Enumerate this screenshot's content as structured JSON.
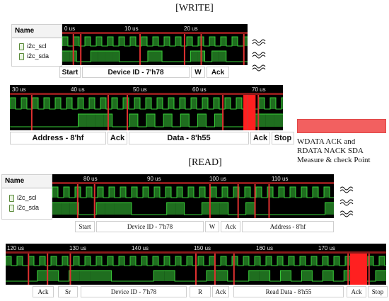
{
  "write": {
    "title": "[WRITE]",
    "name_header": "Name",
    "signals": [
      "i2c_scl",
      "i2c_sda"
    ],
    "row1_ticks": [
      "0 us",
      "10 us",
      "20 us"
    ],
    "row1_labels": [
      "Start",
      "Device ID - 7'h78",
      "W",
      "Ack"
    ],
    "row2_ticks": [
      "30 us",
      "40 us",
      "50 us",
      "60 us",
      "70 us"
    ],
    "row2_labels": [
      "Address - 8'hf",
      "Ack",
      "Data - 8'h55",
      "Ack",
      "Stop"
    ]
  },
  "read": {
    "title": "[READ]",
    "name_header": "Name",
    "signals": [
      "i2c_scl",
      "i2c_sda"
    ],
    "row1_ticks": [
      "80 us",
      "90 us",
      "100 us",
      "110 us"
    ],
    "row1_labels": [
      "Start",
      "Device ID - 7'h78",
      "W",
      "Ack",
      "Address - 8'hf"
    ],
    "row2_ticks": [
      "120 us",
      "130 us",
      "140 us",
      "150 us",
      "160 us",
      "170 us"
    ],
    "row2_labels": [
      "Ack",
      "Sr",
      "Device ID - 7'h78",
      "R",
      "Ack",
      "Read Data - 8'h55",
      "Ack",
      "Stop"
    ]
  },
  "legend": {
    "line1": "WDATA ACK and",
    "line2": "RDATA NACK SDA",
    "line3": "Measure & check Point",
    "color": "#f26060"
  },
  "colors": {
    "wave_bg": "#000000",
    "wave_fill": "#1f6e1f",
    "wave_line": "#39d039",
    "marker": "#e03030",
    "tick_text": "#e8e8e8"
  }
}
